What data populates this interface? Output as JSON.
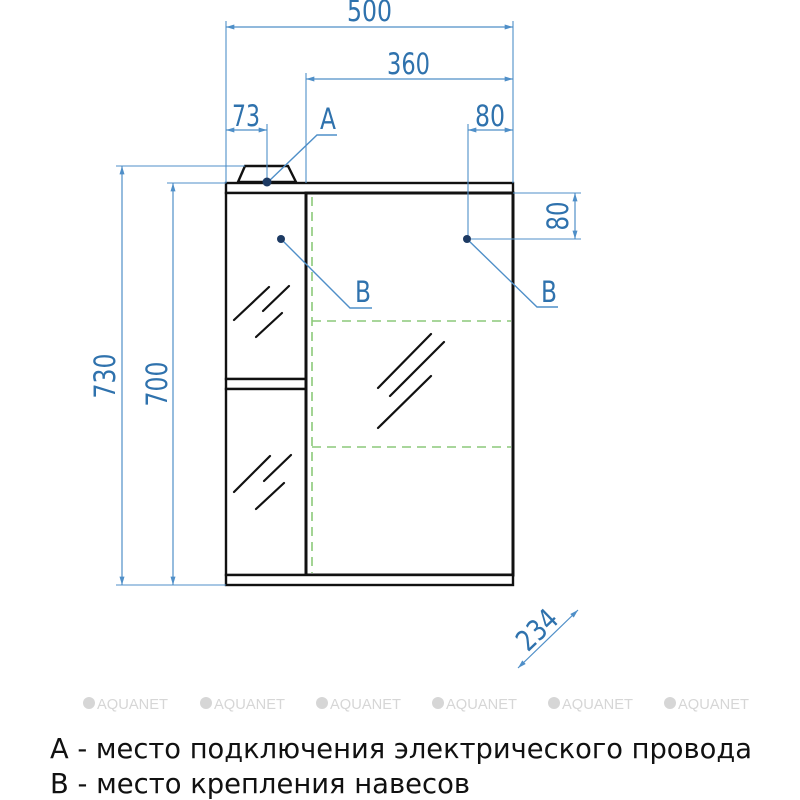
{
  "colors": {
    "dimension": "#2f72ad",
    "dimension_line": "#4f8fc8",
    "outline": "#111111",
    "guide": "#8cc97a",
    "marker": "#1d3a63",
    "watermark": "#d6d6d6"
  },
  "drawing": {
    "subject": "mirror-cabinet-front-view",
    "dimensions": {
      "overall_width": "500",
      "mirror_door_width": "360",
      "socket_offset_x": "73",
      "mount_offset_x": "80",
      "mount_offset_y": "80",
      "total_height": "730",
      "body_height": "700",
      "depth": "234"
    },
    "markers": {
      "socket": "A",
      "mount_left": "B",
      "mount_right": "B"
    }
  },
  "watermarks": [
    "AQUANET",
    "AQUANET",
    "AQUANET",
    "AQUANET",
    "AQUANET",
    "AQUANET"
  ],
  "legend": {
    "items": [
      {
        "key": "A",
        "text": "A - место подключения электрического провода"
      },
      {
        "key": "B",
        "text": "B - место крепления навесов"
      }
    ]
  }
}
